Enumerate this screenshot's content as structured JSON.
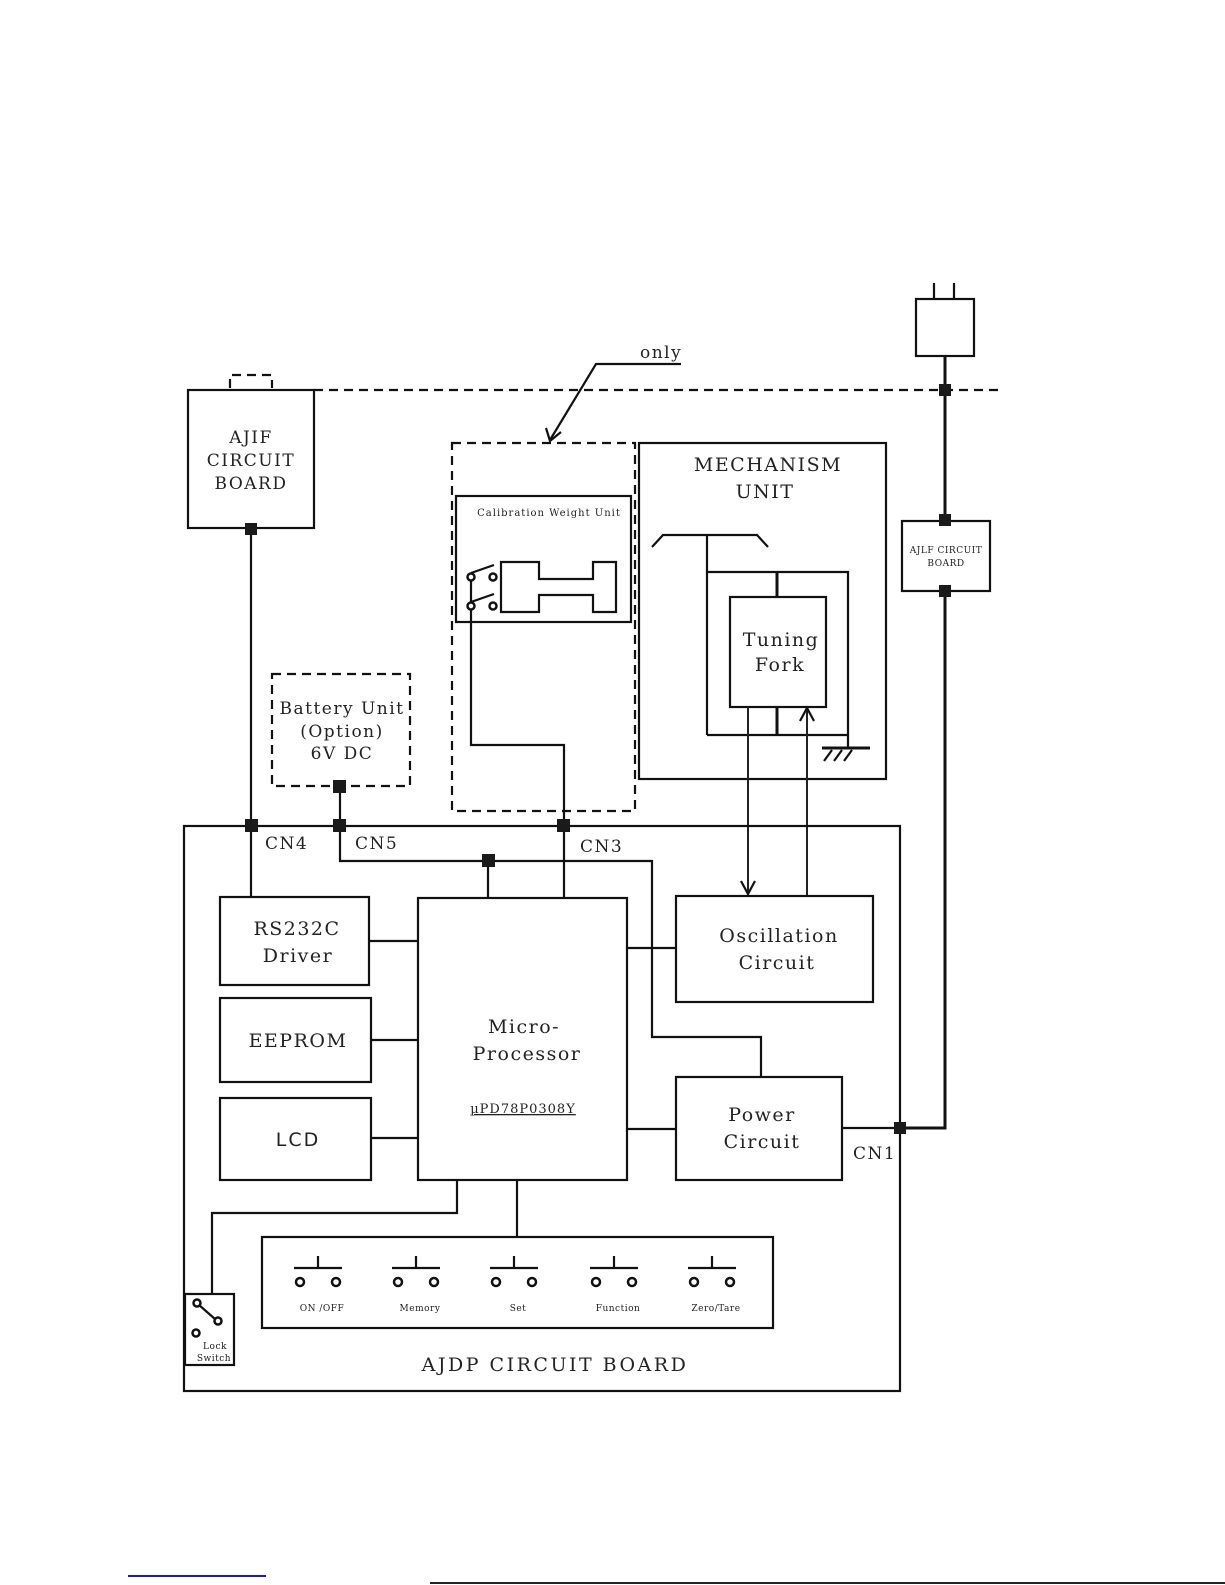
{
  "diagram": {
    "title": "AJDP CIRCUIT BOARD",
    "annotation": "only",
    "blocks": {
      "ajif_left": [
        "AJIF",
        "CIRCUIT",
        "BOARD"
      ],
      "ajlf_right": [
        "AJLF CIRCUIT",
        "BOARD"
      ],
      "calibration": "Calibration Weight Unit",
      "mechanism": [
        "MECHANISM",
        "UNIT"
      ],
      "tuning_fork": [
        "Tuning",
        "Fork"
      ],
      "battery": [
        "Battery Unit",
        "(Option)",
        "6V DC"
      ],
      "rs232c": [
        "RS232C",
        "Driver"
      ],
      "eeprom": "EEPROM",
      "lcd": "LCD",
      "microprocessor": [
        "Micro-",
        "Processor"
      ],
      "mcu_part": "µPD78P0308Y",
      "oscillation": [
        "Oscillation",
        "Circuit"
      ],
      "power": [
        "Power",
        "Circuit"
      ],
      "lock_switch": [
        "Lock",
        "Switch"
      ]
    },
    "connectors": {
      "cn1": "CN1",
      "cn3": "CN3",
      "cn4": "CN4",
      "cn5": "CN5"
    },
    "keys": [
      "ON /OFF",
      "Memory",
      "Set",
      "Function",
      "Zero/Tare"
    ],
    "icons": {
      "ac_plug": "power-plug-icon",
      "ground": "ground-icon",
      "switch": "push-switch-icon"
    }
  }
}
